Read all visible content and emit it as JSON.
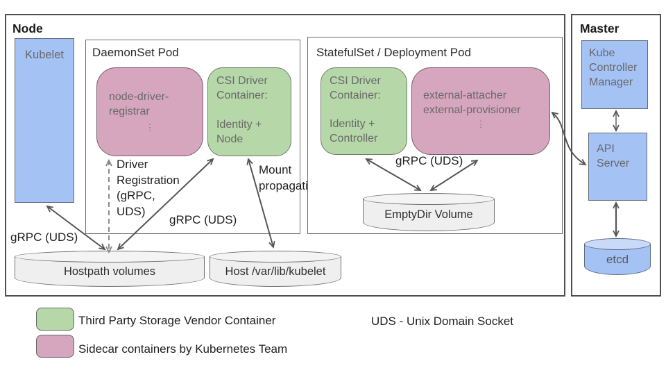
{
  "colors": {
    "vendor_green": "#b6d7a8",
    "sidecar_pink": "#d5a6bd",
    "kubernetes_blue": "#a4c2f4",
    "volume_grey": "#efefef",
    "arrow_grey": "#555555"
  },
  "node": {
    "title": "Node",
    "kubelet_label": "Kubelet",
    "grpc_uds_label": "gRPC (UDS)",
    "hostpath_volume_label": "Hostpath volumes",
    "host_kubelet_volume_label": "Host /var/lib/kubelet",
    "daemonset_pod": {
      "title": "DaemonSet Pod",
      "registrar_label": "node-driver-registrar",
      "registrar_more": "⋮",
      "csi_title": "CSI Driver Container:",
      "csi_services": "Identity + Node",
      "driver_registration_lines": [
        "Driver",
        "Registration",
        "(gRPC,",
        "UDS)"
      ],
      "grpc_uds_label": "gRPC (UDS)",
      "mount_propagation_lines": [
        "Mount",
        "propagation"
      ]
    },
    "statefulset_pod": {
      "title": "StatefulSet / Deployment Pod",
      "csi_title": "CSI Driver Container:",
      "csi_services": "Identity + Controller",
      "sidecar_lines": [
        "external-attacher",
        "external-provisioner"
      ],
      "sidecar_more": "⋮",
      "grpc_uds_label": "gRPC (UDS)",
      "emptydir_volume_label": "EmptyDir Volume"
    }
  },
  "master": {
    "title": "Master",
    "kube_controller_manager_label": "Kube Controller Manager",
    "api_server_label": "API Server",
    "etcd_label": "etcd"
  },
  "legend": {
    "items": [
      {
        "label": "Third Party Storage Vendor Container"
      },
      {
        "label": "Sidecar containers by Kubernetes Team"
      }
    ],
    "uds_note": "UDS - Unix Domain Socket"
  }
}
